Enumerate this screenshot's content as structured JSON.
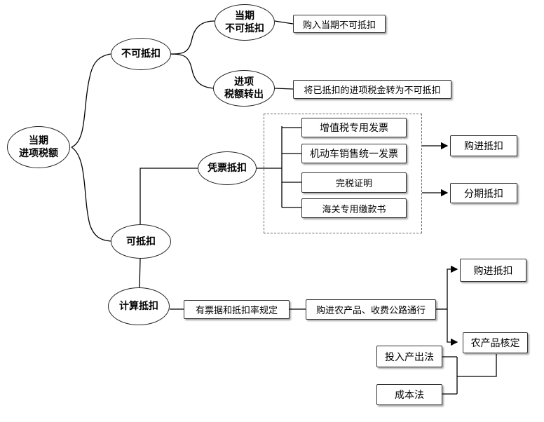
{
  "root": {
    "label": "当期\n进项税额"
  },
  "non_deductible": {
    "label": "不可抵扣",
    "current_period": {
      "label": "当期\n不可抵扣",
      "detail": "购入当期不可抵扣"
    },
    "transfer_out": {
      "label": "进项\n税额转出",
      "detail": "将已抵扣的进项税金转为不可抵扣"
    }
  },
  "deductible": {
    "label": "可抵扣",
    "voucher": {
      "label": "凭票抵扣",
      "documents": [
        "增值税专用发票",
        "机动车销售统一发票",
        "完税证明",
        "海关专用缴款书"
      ],
      "outcome_purchase": "购进抵扣",
      "outcome_installment": "分期抵扣"
    },
    "calculated": {
      "label": "计算抵扣",
      "rule": "有票据和抵扣率规定",
      "scope": "购进农产品、收费公路通行",
      "outcome_purchase": "购进抵扣",
      "outcome_verified": "农产品核定",
      "methods": [
        "投入产出法",
        "成本法"
      ]
    }
  }
}
